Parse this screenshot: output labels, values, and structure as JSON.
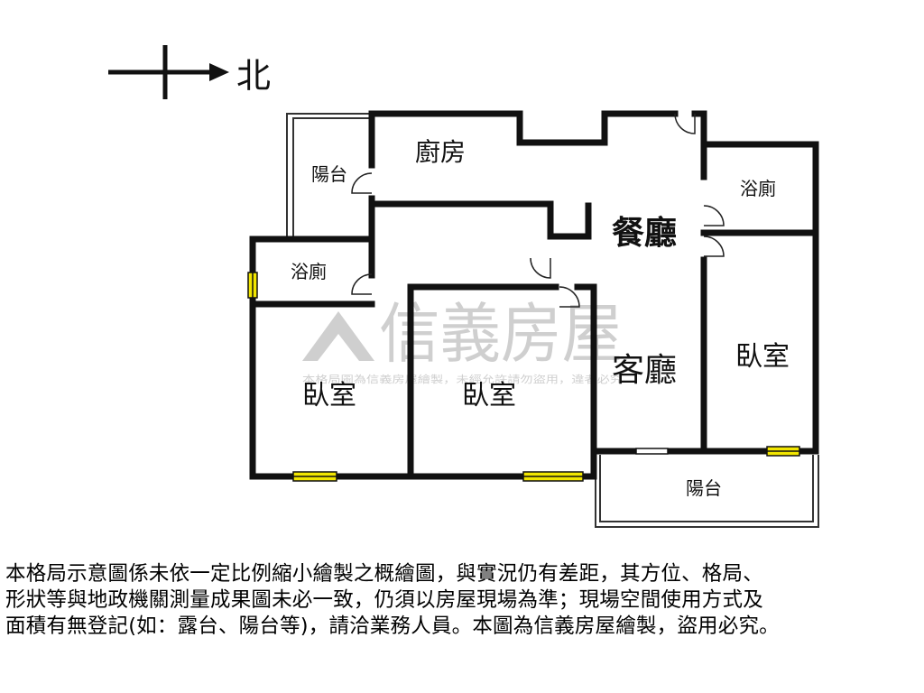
{
  "compass": {
    "north_label": "北"
  },
  "rooms": {
    "kitchen": "廚房",
    "balcony_top": "陽台",
    "bath_left": "浴廁",
    "bath_right": "浴廁",
    "dining": "餐廳",
    "living": "客廳",
    "bedroom_left": "臥室",
    "bedroom_middle": "臥室",
    "bedroom_right": "臥室",
    "balcony_bottom": "陽台"
  },
  "watermark": {
    "brand": "信義房屋",
    "notice": "本格局圖為信義房屋繪製，未經允許請勿盜用，違者必究"
  },
  "disclaimer": {
    "lines": [
      "本格局示意圖係未依一定比例縮小繪製之概繪圖，與實況仍有差距，其方位、格局、",
      "形狀等與地政機關測量成果圖未必一致，仍須以房屋現場為準；現場空間使用方式及",
      "面積有無登記(如：露台、陽台等)，請洽業務人員。本圖為信義房屋繪製，盜用必究。"
    ]
  },
  "colors": {
    "wall": "#111111",
    "window": "#f2e600",
    "watermark": "#cfcfcf"
  }
}
